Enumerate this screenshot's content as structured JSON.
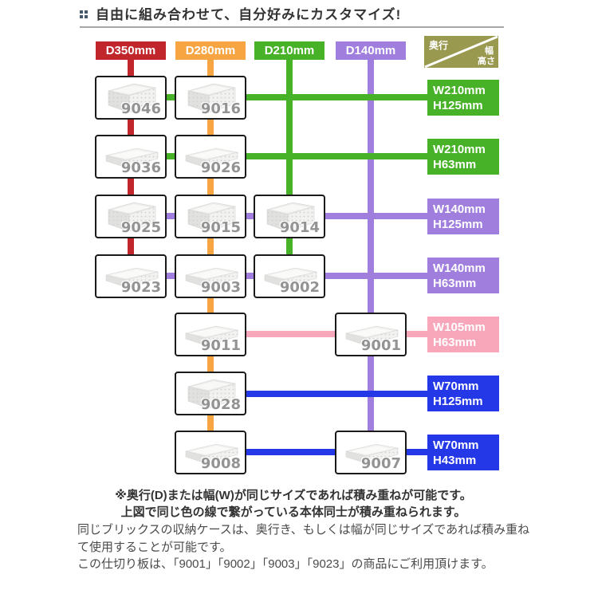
{
  "header": {
    "title": "自由に組み合わせて、自分好みにカスタマイズ!"
  },
  "legend": {
    "depth_label": "奥行",
    "width_label": "幅",
    "height_label": "高さ",
    "color": "#99994f"
  },
  "columns": [
    {
      "label": "D350mm",
      "color": "#c1262c"
    },
    {
      "label": "D280mm",
      "color": "#f7a542"
    },
    {
      "label": "D210mm",
      "color": "#47b227"
    },
    {
      "label": "D140mm",
      "color": "#9f7edd"
    }
  ],
  "rows": [
    {
      "width": "W210mm",
      "height": "H125mm",
      "color": "#47b227",
      "products": [
        "9046",
        "9016"
      ]
    },
    {
      "width": "W210mm",
      "height": "H63mm",
      "color": "#47b227",
      "products": [
        "9036",
        "9026"
      ]
    },
    {
      "width": "W140mm",
      "height": "H125mm",
      "color": "#9f7edd",
      "products": [
        "9025",
        "9015",
        "9014"
      ]
    },
    {
      "width": "W140mm",
      "height": "H63mm",
      "color": "#9f7edd",
      "products": [
        "9023",
        "9003",
        "9002"
      ]
    },
    {
      "width": "W105mm",
      "height": "H63mm",
      "color": "#f8a7bb",
      "products": [
        "9011",
        "9001"
      ]
    },
    {
      "width": "W70mm",
      "height": "H125mm",
      "color": "#2438e8",
      "products": [
        "9028"
      ]
    },
    {
      "width": "W70mm",
      "height": "H43mm",
      "color": "#2438e8",
      "products": [
        "9008",
        "9007"
      ]
    }
  ],
  "notes": {
    "bold1": "※奥行(D)または幅(W)が同じサイズであれば積み重ねが可能です。",
    "bold2": "上図で同じ色の線で繋がっている本体同士が積み重ねられます。",
    "para1": "同じブリックスの収納ケースは、奥行き、もしくは幅が同じサイズであれば積み重ねて使用することが可能です。",
    "para2": "この仕切り板は、「9001」「9002」「9003」「9023」の商品にご利用頂けます。"
  }
}
